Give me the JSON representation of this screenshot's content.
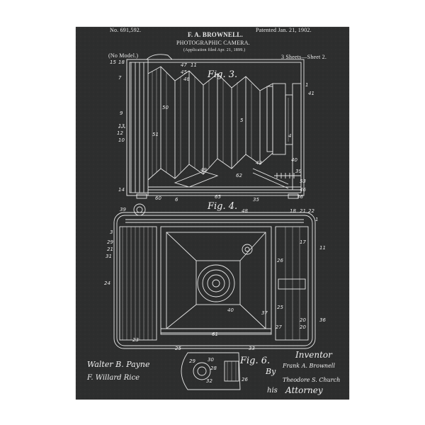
{
  "header": {
    "patent_number": "No. 691,592.",
    "patent_date": "Patented Jan. 21, 1902.",
    "inventor_name": "F. A. BROWNELL.",
    "title": "PHOTOGRAPHIC CAMERA.",
    "application": "(Application filed Apr. 21, 1899.)",
    "model": "(No Model.)",
    "sheets": "3 Sheets—Sheet 2."
  },
  "figures": {
    "fig3": "Fig. 3.",
    "fig4": "Fig. 4.",
    "fig6": "Fig. 6."
  },
  "signatures": {
    "witness1": "Walter B. Payne",
    "witness2": "F. Willard Rice",
    "inventor_label": "Inventor",
    "inventor_signature": "Frank A. Brownell",
    "by": "By",
    "attorney_signature": "Theodore S. Church",
    "his": "his",
    "attorney_label": "Attorney"
  },
  "reference_numerals": {
    "fig3": [
      "15",
      "18",
      "7",
      "47",
      "11",
      "45",
      "48",
      "1",
      "41",
      "5",
      "50",
      "9",
      "13",
      "12",
      "10",
      "51",
      "4",
      "40",
      "49",
      "42",
      "39",
      "62",
      "14",
      "60",
      "6",
      "65",
      "46",
      "53",
      "36",
      "35"
    ],
    "fig4": [
      "39",
      "3",
      "29",
      "21",
      "31",
      "24",
      "48",
      "18",
      "21",
      "22",
      "1",
      "17",
      "11",
      "26",
      "25",
      "27",
      "40",
      "37",
      "20",
      "20",
      "36",
      "23",
      "61",
      "33",
      "25"
    ],
    "fig6": [
      "29",
      "30",
      "28",
      "32",
      "26"
    ]
  },
  "colors": {
    "page_bg": "#ffffff",
    "sheet_bg": "#2d2e2e",
    "ink": "#e8e8e8"
  }
}
